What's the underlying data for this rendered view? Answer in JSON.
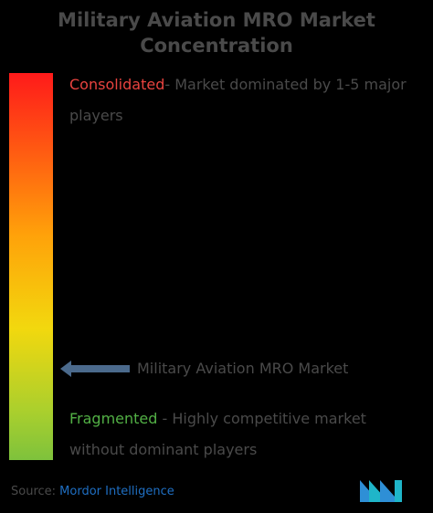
{
  "title": {
    "line1": "Military Aviation MRO Market",
    "line2": "Concentration"
  },
  "consolidated": {
    "label": "Consolidated",
    "description": "- Market dominated by 1-5 major players",
    "color": "#e8433f"
  },
  "fragmented": {
    "label": "Fragmented",
    "description": " - Highly competitive market without dominant players",
    "color": "#52b045"
  },
  "marker": {
    "label": "Military Aviation MRO Market",
    "color": "#4b6a8c"
  },
  "source": {
    "prefix": "Source:",
    "brand": "Mordor Intelligence"
  },
  "colors": {
    "gradient_top": "#ff1a1a",
    "gradient_middle": "#ffa20a",
    "gradient_bottom": "#7ec23c",
    "background": "#000000",
    "text": "#4a4a4a"
  },
  "icons": {
    "marker": "left-arrow-icon",
    "logo": "mordor-intelligence-logo-icon"
  }
}
